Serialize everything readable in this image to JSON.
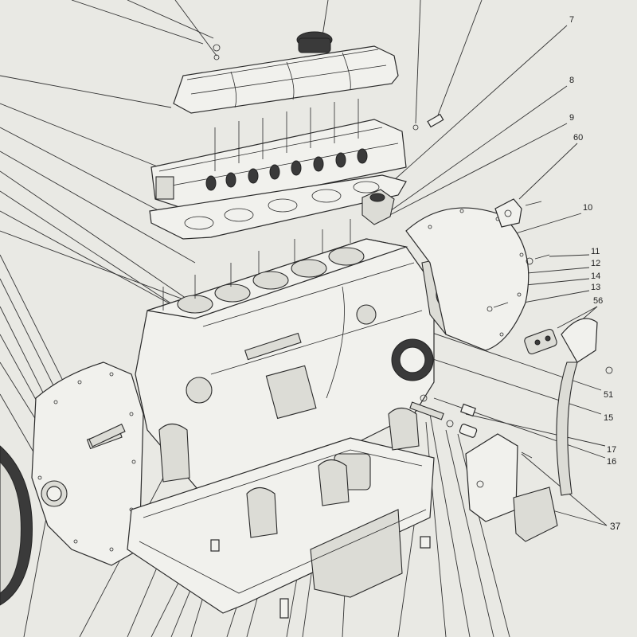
{
  "callouts": {
    "c7": "7",
    "c8": "8",
    "c9": "9",
    "c60": "60",
    "c10": "10",
    "c11": "11",
    "c12": "12",
    "c14": "14",
    "c13": "13",
    "c56": "56",
    "c51": "51",
    "c15": "15",
    "c17": "17",
    "c16": "16",
    "c37": "37"
  }
}
